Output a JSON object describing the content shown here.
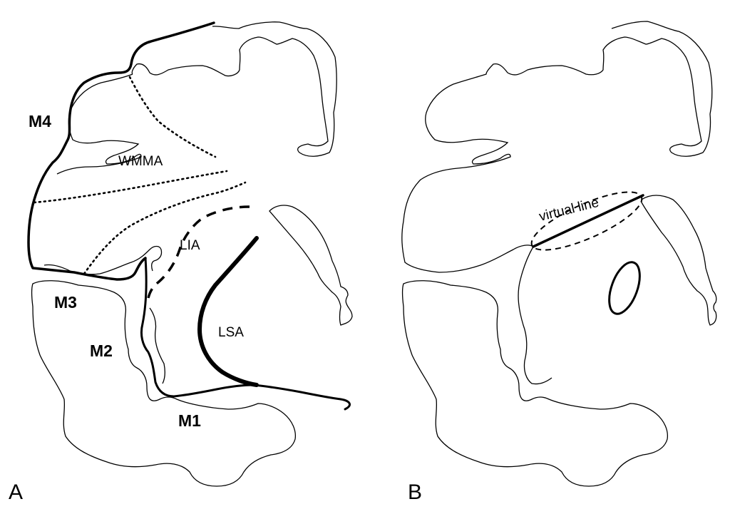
{
  "panels": [
    {
      "letter": "A",
      "labels": {
        "m4": "M4",
        "m3": "M3",
        "m2": "M2",
        "m1": "M1",
        "wmma": "WMMA",
        "lia": "LIA",
        "lsa": "LSA"
      }
    },
    {
      "letter": "B",
      "labels": {
        "virtual_line": "virtual line"
      }
    }
  ],
  "colors": {
    "line": "#000000",
    "background": "#ffffff"
  }
}
